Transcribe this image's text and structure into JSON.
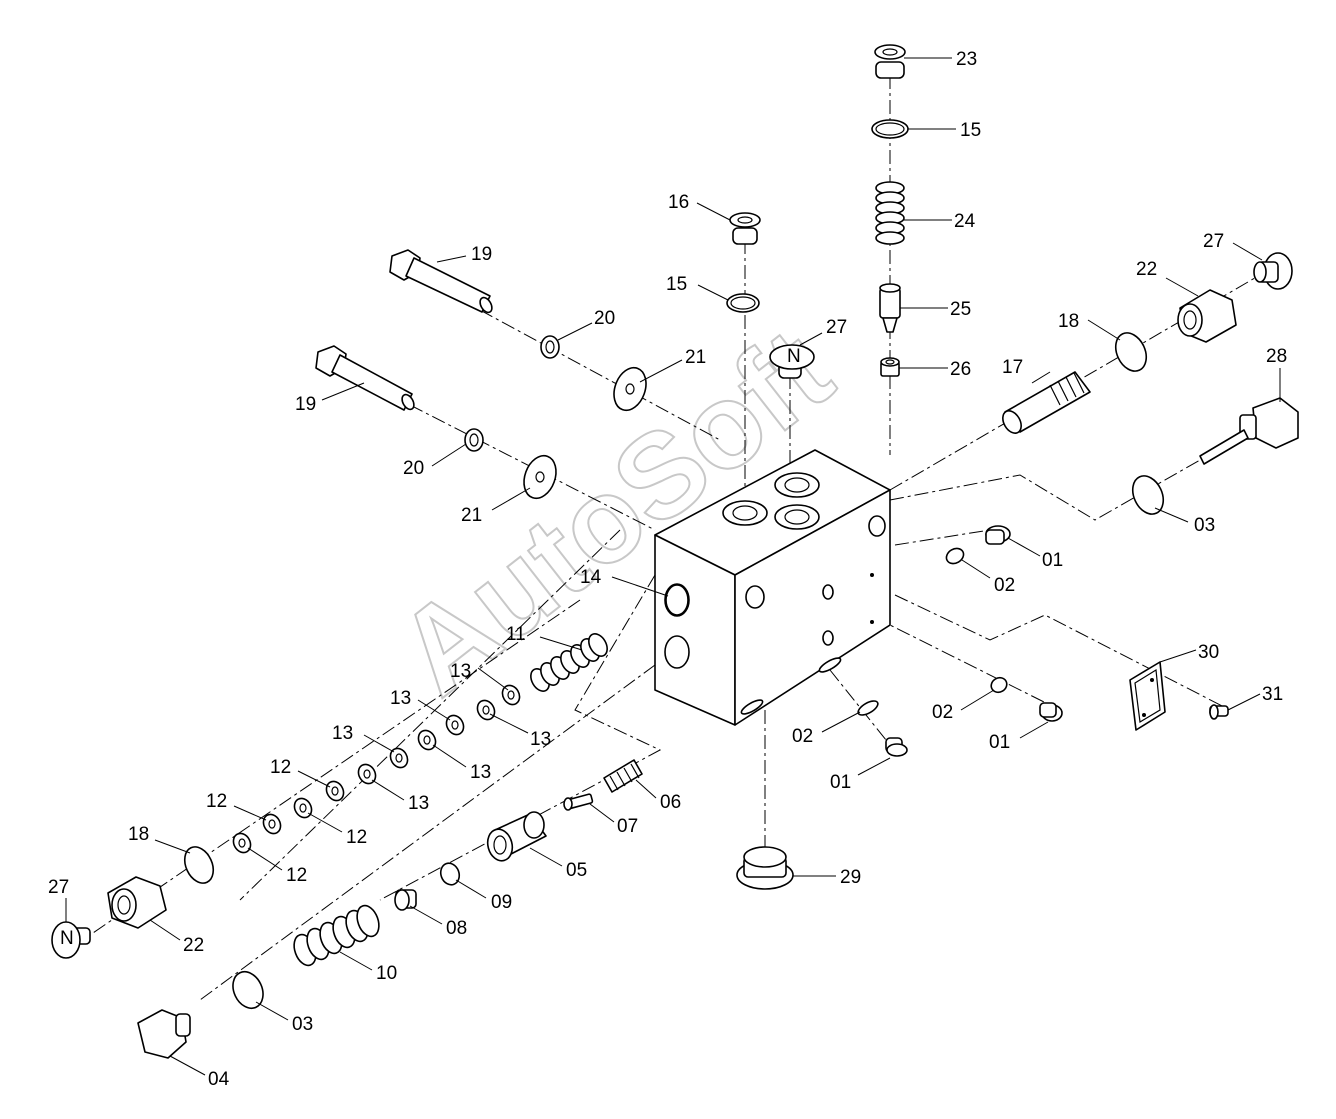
{
  "watermark": "AutoSoft",
  "labels": {
    "l23": "23",
    "l15a": "15",
    "l24": "24",
    "l16": "16",
    "l15b": "15",
    "l27a": "27",
    "l25": "25",
    "l26": "26",
    "l19a": "19",
    "l20a": "20",
    "l21a": "21",
    "l19b": "19",
    "l20b": "20",
    "l21b": "21",
    "l17": "17",
    "l18a": "18",
    "l22a": "22",
    "l27b": "27",
    "l28": "28",
    "l03a": "03",
    "l01a": "01",
    "l02a": "02",
    "l14": "14",
    "l11": "11",
    "l13a": "13",
    "l13b": "13",
    "l13c": "13",
    "l13d": "13",
    "l13e": "13",
    "l13f": "13",
    "l12a": "12",
    "l12b": "12",
    "l12c": "12",
    "l12d": "12",
    "l18b": "18",
    "l27c": "27",
    "l22b": "22",
    "l06": "06",
    "l07": "07",
    "l05": "05",
    "l09": "09",
    "l08": "08",
    "l10": "10",
    "l03b": "03",
    "l04": "04",
    "l29": "29",
    "l02b": "02",
    "l01b": "01",
    "l02c": "02",
    "l01c": "01",
    "l30": "30",
    "l31": "31"
  }
}
